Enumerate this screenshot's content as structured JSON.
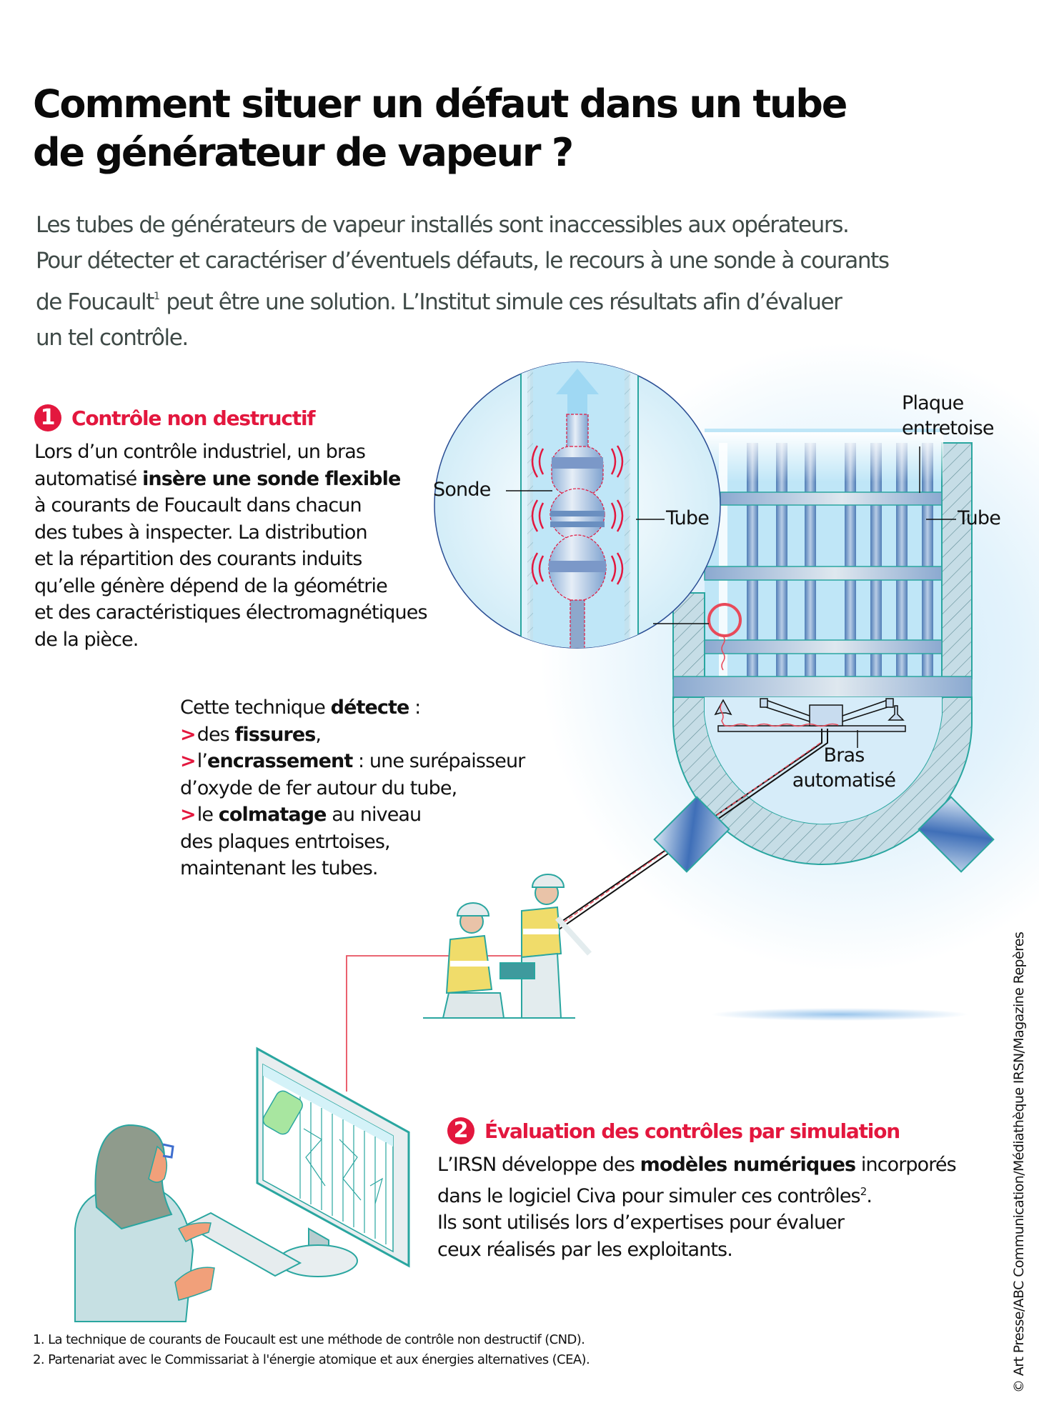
{
  "title": {
    "line1": "Comment situer un défaut dans un tube",
    "line2": "de générateur de vapeur ?"
  },
  "intro": {
    "line1": "Les tubes de générateurs de vapeur installés sont inaccessibles aux opérateurs.",
    "line2": "Pour détecter et caractériser d’éventuels défauts, le recours à une sonde à courants",
    "line3_pre": "de Foucault",
    "line3_sup": "1",
    "line3_post": " peut être une solution. L’Institut simule ces résultats afin d’évaluer",
    "line4": "un tel contrôle."
  },
  "section1": {
    "number": "1",
    "title": "Contrôle non destructif",
    "lines": [
      {
        "pre": "Lors d’un contrôle industriel, un bras",
        "bold": "",
        "post": ""
      },
      {
        "pre": "automatisé ",
        "bold": "insère une sonde flexible",
        "post": ""
      },
      {
        "pre": "à courants de Foucault dans chacun",
        "bold": "",
        "post": ""
      },
      {
        "pre": "des tubes à inspecter. La distribution",
        "bold": "",
        "post": ""
      },
      {
        "pre": "et la répartition des courants induits",
        "bold": "",
        "post": ""
      },
      {
        "pre": "qu’elle génère dépend de la géométrie",
        "bold": "",
        "post": ""
      },
      {
        "pre": "et des caractéristiques électromagnétiques",
        "bold": "",
        "post": ""
      },
      {
        "pre": "de la pièce.",
        "bold": "",
        "post": ""
      }
    ]
  },
  "detection": {
    "intro_pre": "Cette technique ",
    "intro_bold": "détecte",
    "intro_post": " :",
    "bullet_marker": ">",
    "items": [
      {
        "pre": "des ",
        "bold": "fissures",
        "post": ",",
        "cont": ""
      },
      {
        "pre": "l’",
        "bold": "encrassement",
        "post": " : une surépaisseur",
        "cont": "d’oxyde de fer autour du tube,"
      },
      {
        "pre": "le ",
        "bold": "colmatage",
        "post": " au niveau",
        "cont": "des plaques entrtoises,",
        "cont2": "maintenant les tubes."
      }
    ]
  },
  "diagram": {
    "labels": {
      "sonde": "Sonde",
      "tube_zoom": "Tube",
      "tube_vessel": "Tube",
      "plaque_line1": "Plaque",
      "plaque_line2": "entretoise",
      "bras_line1": "Bras",
      "bras_line2": "automatisé"
    },
    "icons": {
      "magnifier": "probe-magnifier-icon",
      "arrow": "up-arrow-icon",
      "vessel": "steam-generator-icon",
      "workers": "workers-icon",
      "computer": "computer-operator-icon"
    },
    "colors": {
      "accent_red": "#e3173e",
      "teal_outline": "#2aa6a0",
      "tube_blue": "#6f93c4",
      "light_blue": "#cfeaf9"
    }
  },
  "section2": {
    "number": "2",
    "title": "Évaluation des contrôles par simulation",
    "line1_pre": "L’IRSN développe des ",
    "line1_bold": "modèles numériques",
    "line1_post": " incorporés",
    "line2_pre": "dans le logiciel Civa pour simuler ces contrôles",
    "line2_sup": "2",
    "line2_post": ".",
    "line3": "Ils sont utilisés lors d’expertises pour évaluer",
    "line4": "ceux réalisés par les exploitants."
  },
  "footnotes": {
    "note1": "1. La technique de courants de Foucault est une méthode de contrôle non destructif (CND).",
    "note2": "2. Partenariat avec le Commissariat à l'énergie atomique et aux énergies alternatives (CEA)."
  },
  "credit": "© Art Presse/ABC Communication/Médiathèque IRSN/Magazine Repères"
}
